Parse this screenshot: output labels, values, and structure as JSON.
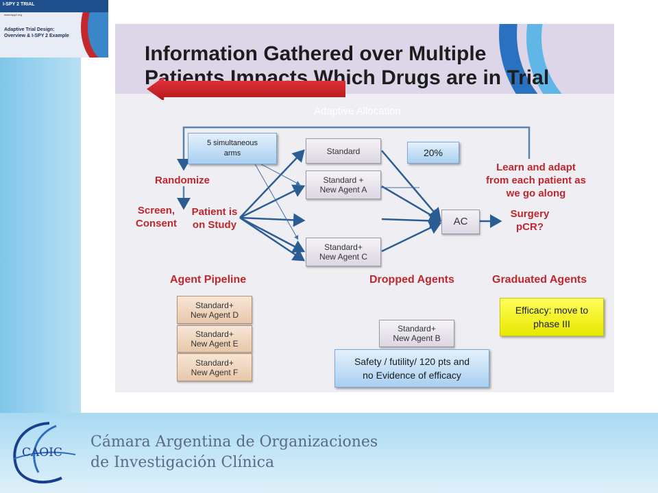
{
  "thumbnail": {
    "logo": "I-SPY 2 TRIAL",
    "url": "www.ispy2.org",
    "title_line1": "Adaptive Trial Design:",
    "title_line2": "Overview & I-SPY 2 Example"
  },
  "slide": {
    "title_line1": "Information Gathered over Multiple",
    "title_line2": "Patients Impacts Which Drugs are in Trial",
    "adaptive_allocation": "Adaptive Allocation",
    "randomize": "Randomize",
    "screen_consent_1": "Screen,",
    "screen_consent_2": "Consent",
    "patient_study_1": "Patient is",
    "patient_study_2": "on Study",
    "learn_1": "Learn and adapt",
    "learn_2": "from each patient as",
    "learn_3": "we go along",
    "surgery": "Surgery",
    "pcr": "pCR?",
    "arms": {
      "standard": "Standard",
      "agent_a_1": "Standard +",
      "agent_a_2": "New Agent A",
      "agent_c_1": "Standard+",
      "agent_c_2": "New Agent C"
    },
    "ac": "AC",
    "sections": {
      "agent_pipeline": "Agent Pipeline",
      "dropped_agents": "Dropped Agents",
      "graduated_agents": "Graduated Agents"
    },
    "pipeline": [
      {
        "line1": "Standard+",
        "line2": "New Agent D"
      },
      {
        "line1": "Standard+",
        "line2": "New Agent E"
      },
      {
        "line1": "Standard+",
        "line2": "New Agent F"
      }
    ],
    "dropped": {
      "line1": "Standard+",
      "line2": "New Agent B"
    }
  },
  "callouts": {
    "arms_1": "5 simultaneous",
    "arms_2": "arms",
    "percent": "20%",
    "efficacy_1": "Efficacy: move to",
    "efficacy_2": "phase III",
    "safety_1": "Safety / futility/ 120 pts and",
    "safety_2": "no Evidence of efficacy"
  },
  "footer": {
    "logo_text": "CAOIC",
    "line1": "Cámara Argentina de Organizaciones",
    "line2": "de Investigación Clínica"
  },
  "colors": {
    "label_red": "#c0262d",
    "arrow_blue": "#2b5c94",
    "alloc_red": "#d2232a"
  }
}
